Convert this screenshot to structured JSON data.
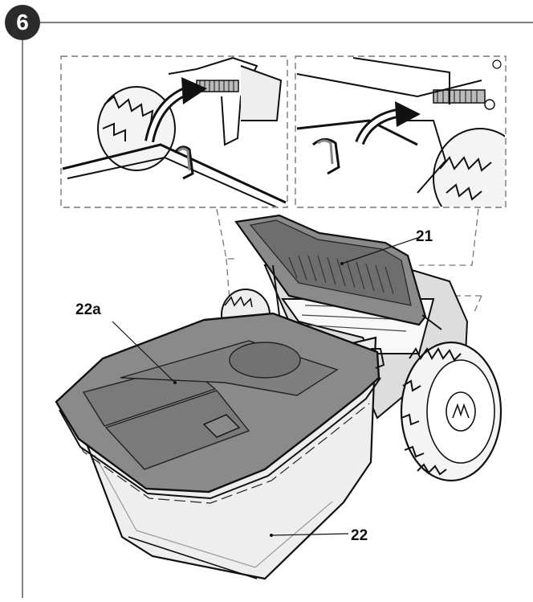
{
  "step": {
    "number": "6"
  },
  "callouts": {
    "grass_catcher_flap": "21",
    "catcher_lid": "22a",
    "grass_catcher": "22"
  },
  "colors": {
    "line": "#111111",
    "lid_fill": "#8a8a8a",
    "lid_dark": "#6e6e6e",
    "bin_fill": "#eeeeee",
    "body_fill": "#dddddd",
    "badge": "#2b2b2b"
  }
}
